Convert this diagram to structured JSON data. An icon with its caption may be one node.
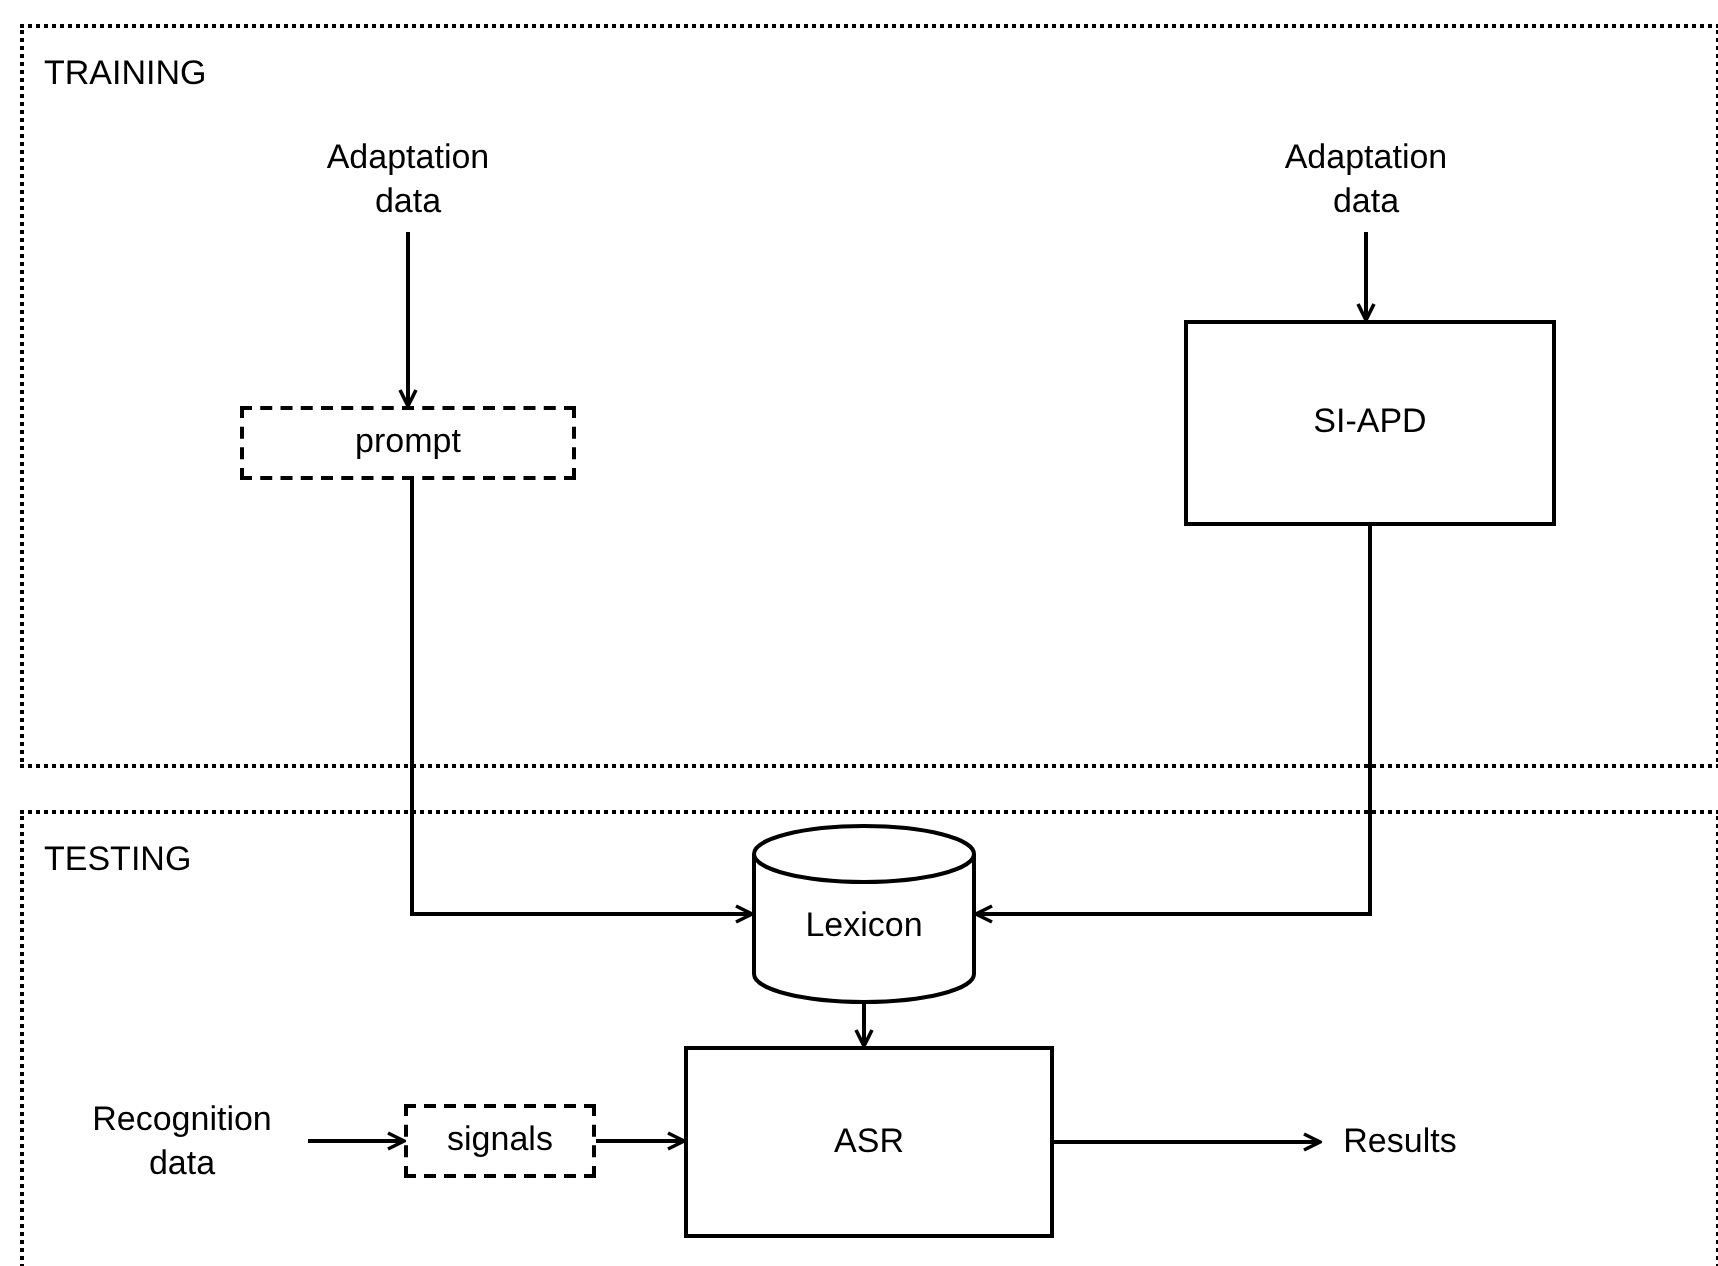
{
  "diagram": {
    "nodes": [
      {
        "text": [
          "TRAINING"
        ]
      },
      {
        "text": [
          "Adaptation data"
        ],
        "in": 0
      },
      {
        "text": [
          "prompt"
        ],
        "in": 0
      },
      {
        "text": [
          "Adaptation data"
        ],
        "in": 0
      },
      {
        "text": [
          "SI-APD"
        ],
        "in": 0
      },
      {
        "text": [
          "TESTING"
        ]
      },
      {
        "text": [
          "Lexicon"
        ],
        "in": 5
      },
      {
        "text": [
          "Recognition data"
        ],
        "in": 5
      },
      {
        "text": [
          "signals"
        ],
        "in": 5
      },
      {
        "text": [
          "ASR"
        ],
        "in": 5
      },
      {
        "text": [
          "Results"
        ],
        "in": 5
      }
    ],
    "edges": [
      {
        "from": 1,
        "to": 2,
        "arrow": "to"
      },
      {
        "from": 3,
        "to": 4,
        "arrow": "to"
      },
      {
        "from": 2,
        "to": 6,
        "arrow": "to"
      },
      {
        "from": 4,
        "to": 6,
        "arrow": "to"
      },
      {
        "from": 6,
        "to": 9,
        "arrow": "to"
      },
      {
        "from": 7,
        "to": 8,
        "arrow": "to"
      },
      {
        "from": 8,
        "to": 9,
        "arrow": "to"
      },
      {
        "from": 9,
        "to": 10,
        "arrow": "to"
      }
    ]
  }
}
